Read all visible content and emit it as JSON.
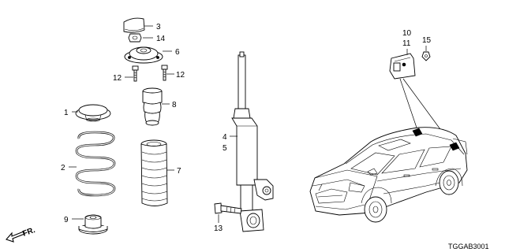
{
  "diagram": {
    "part_numbers": {
      "p1": "1",
      "p2": "2",
      "p3": "3",
      "p4": "4",
      "p5": "5",
      "p6": "6",
      "p7": "7",
      "p8": "8",
      "p9": "9",
      "p10": "10",
      "p11": "11",
      "p12a": "12",
      "p12b": "12",
      "p13": "13",
      "p14": "14",
      "p15": "15"
    },
    "direction_label": "FR.",
    "diagram_code": "TGGAB3001"
  }
}
